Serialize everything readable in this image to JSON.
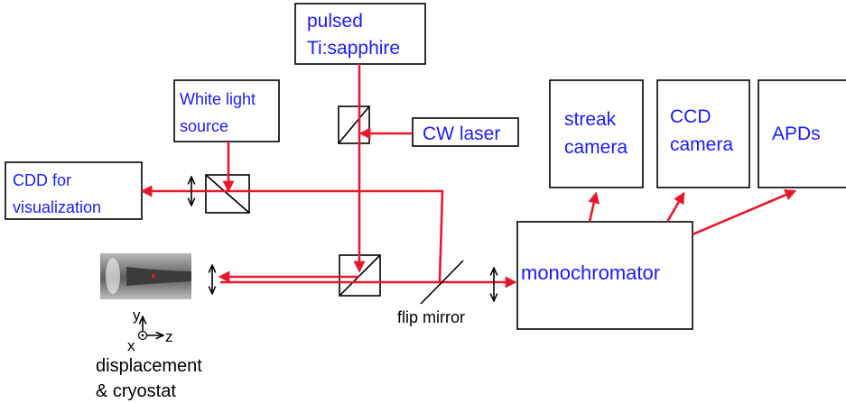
{
  "labels": {
    "pulsed_laser": [
      "pulsed",
      "Ti:sapphire"
    ],
    "cw_laser": "CW laser",
    "white_light": [
      "White light",
      "source"
    ],
    "ccd_visual": [
      "CDD for",
      "visualization"
    ],
    "streak": [
      "streak",
      "camera"
    ],
    "ccd_camera": [
      "CCD",
      "camera"
    ],
    "apds": "APDs",
    "monochromator": "monochromator",
    "flip_mirror": "flip mirror",
    "axis_y": "y",
    "axis_x": "x",
    "axis_z": "z",
    "stage": [
      "displacement",
      "& cryostat"
    ]
  },
  "colors": {
    "beam": "#e8182c",
    "label_blue": "#1a1aff",
    "outline": "#000000",
    "background": "#ffffff"
  }
}
